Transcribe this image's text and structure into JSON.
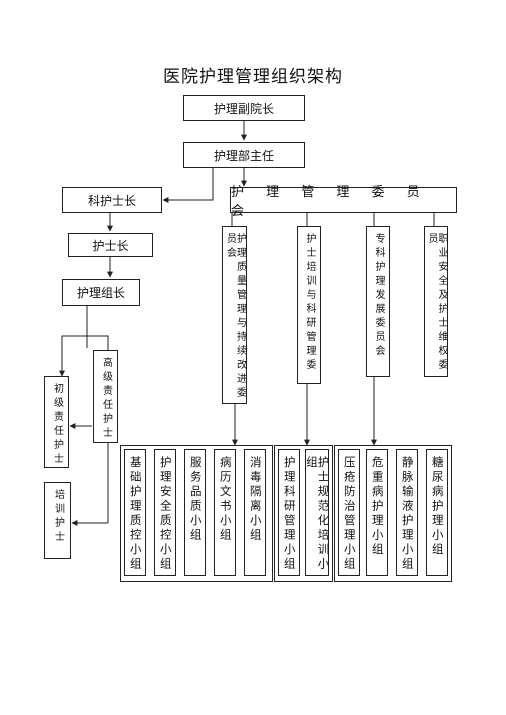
{
  "title": "医院护理管理组织架构",
  "nodes": {
    "vice_president": "护理副院长",
    "director": "护理部主任",
    "dept_head_nurse": "科护士长",
    "committee": "护 理 管 理 委 员 会",
    "head_nurse": "护士长",
    "group_leader": "护理组长",
    "senior_nurse": "高级责任护士",
    "junior_nurse": "初级责任护士",
    "trainee_nurse": "培训护士"
  },
  "committees": [
    "护理质量管理与持续改进委员会",
    "护士培训与科研管理委",
    "专科护理发展委员会",
    "职业安全及护士维权委员"
  ],
  "groups": [
    "基础护理质控小组",
    "护理安全质控小组",
    "服务品质小组",
    "病历文书小组",
    "消毒隔离小组",
    "护理科研管理小组",
    "护士规范化培训小组",
    "压疮防治管理小组",
    "危重病护理小组",
    "静脉输液护理小组",
    "糖尿病护理小组"
  ]
}
